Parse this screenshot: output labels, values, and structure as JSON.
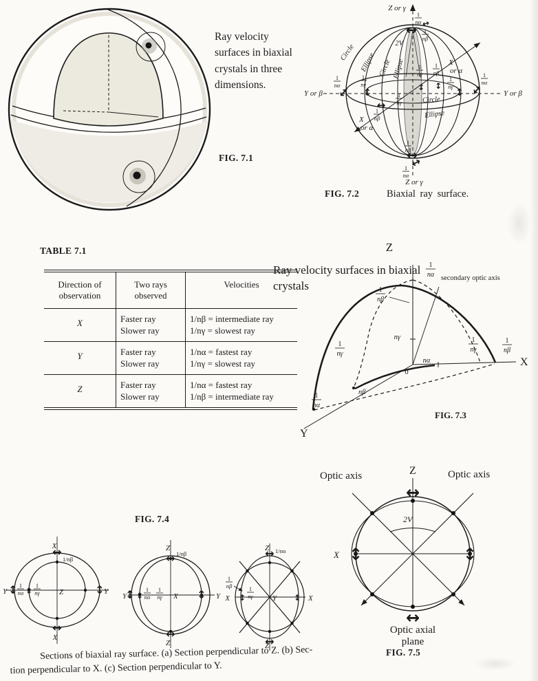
{
  "colors": {
    "ink": "#1b1b1b",
    "paper": "#fbfaf7",
    "stipple": "#d8d5cf"
  },
  "glyphs": {
    "h": "↔",
    "v": "↕"
  },
  "fr": {
    "na": {
      "n": "1",
      "d": "nα"
    },
    "nb": {
      "n": "1",
      "d": "nβ"
    },
    "ng": {
      "n": "1",
      "d": "nγ"
    }
  },
  "fig71": {
    "label": "FIG. 7.1",
    "caption": "Ray velocity surfaces in biaxial crystals in three dimensions."
  },
  "fig72": {
    "label": "FIG. 7.2",
    "caption": "Biaxial ray surface.",
    "z_top": "Z or γ",
    "z_bottom": "Z or γ",
    "y_left": "Y or β",
    "y_right": "Y or β",
    "x_upper_1": "X",
    "x_upper_2": "or α",
    "x_lower_1": "X",
    "x_lower_2": "or α",
    "angle": "2V",
    "m_circle1": "Circle",
    "m_ellipse1": "Ellipse",
    "m_circle2": "Circle",
    "m_ellipse2": "Ellipse",
    "eq_circle": "Circle",
    "eq_ellipse": "Ellipse"
  },
  "table": {
    "label": "TABLE 7.1",
    "col1": "Direction of observation",
    "col2": "Two rays observed",
    "col3": "Velocities",
    "rows": [
      {
        "dir": "X",
        "ray1": "Faster ray",
        "ray2": "Slower ray",
        "vel1": "1/nβ = intermediate ray",
        "vel2": "1/nγ = slowest ray"
      },
      {
        "dir": "Y",
        "ray1": "Faster ray",
        "ray2": "Slower ray",
        "vel1": "1/nα = fastest ray",
        "vel2": "1/nγ = slowest ray"
      },
      {
        "dir": "Z",
        "ray1": "Faster ray",
        "ray2": "Slower ray",
        "vel1": "1/nα = fastest ray",
        "vel2": "1/nβ = intermediate ray"
      }
    ]
  },
  "fig73": {
    "label": "FIG. 7.3",
    "caption": "Ray velocity surfaces in biaxial crystals",
    "z": "Z",
    "x": "X",
    "y": "Y",
    "zero": "0",
    "n_alpha": "nα",
    "n_beta": "nβ",
    "n_gamma": "nγ",
    "secondary": "secondary optic axis"
  },
  "fig74": {
    "label": "FIG. 7.4",
    "caption_1": "Sections of biaxial ray surface. (a) Section perpendicular to Z. (b) Sec-",
    "caption_2": "tion perpendicular to X. (c) Section perpendicular to Y.",
    "a": {
      "top": "X",
      "bottom": "X",
      "left": "Y",
      "right": "Y",
      "center": "Z",
      "top_frac": "1/nβ"
    },
    "b": {
      "top": "Z",
      "bottom": "Z",
      "left": "Y",
      "right": "Y",
      "center": "X",
      "top_frac": "1/nβ"
    },
    "c": {
      "top": "Z",
      "bottom": "Z",
      "left": "X",
      "right": "X",
      "center": "Y",
      "top_frac": "1/nα"
    }
  },
  "fig75": {
    "label": "FIG. 7.5",
    "optic_left": "Optic axis",
    "optic_right": "Optic axis",
    "z": "Z",
    "x": "X",
    "angle": "2V",
    "plane_1": "Optic axial",
    "plane_2": "plane"
  }
}
